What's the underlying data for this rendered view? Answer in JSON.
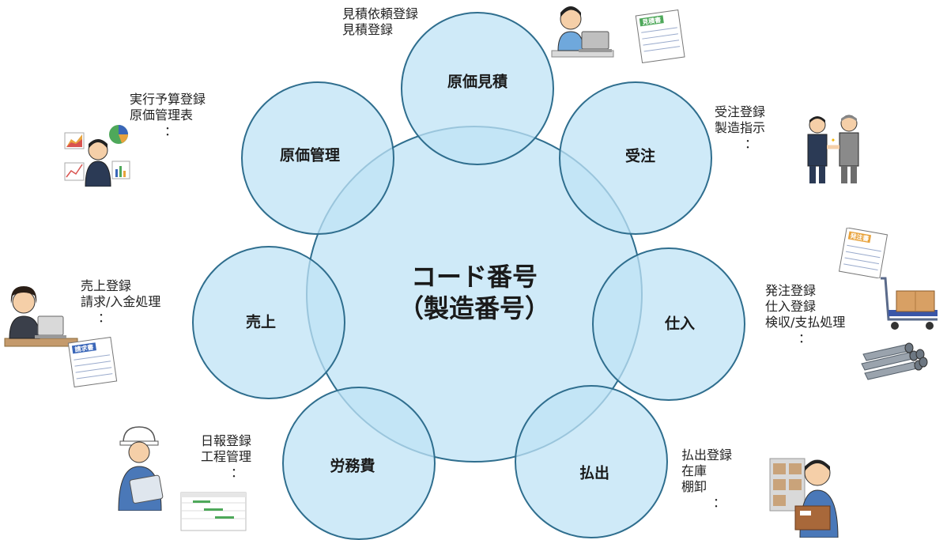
{
  "center": {
    "line1": "コード番号",
    "line2": "（製造番号）"
  },
  "nodes": {
    "estimate": "原価見積",
    "order": "受注",
    "purchase": "仕入",
    "dispatch": "払出",
    "labor": "労務費",
    "sales": "売上",
    "cost": "原価管理"
  },
  "notes": {
    "estimate": [
      "見積依頼登録",
      "見積登録"
    ],
    "order": [
      "受注登録",
      "製造指示",
      "："
    ],
    "purchase": [
      "発注登録",
      "仕入登録",
      "検収/支払処理",
      "："
    ],
    "dispatch": [
      "払出登録",
      "在庫",
      "棚卸",
      "："
    ],
    "labor": [
      "日報登録",
      "工程管理",
      "："
    ],
    "sales": [
      "売上登録",
      "請求/入金処理",
      "："
    ],
    "cost": [
      "実行予算登録",
      "原価管理表",
      "："
    ]
  },
  "illustration_text": {
    "estimate_doc": "見積書",
    "order_doc": "発注書",
    "invoice_doc": "請求書"
  },
  "colors": {
    "circle_fill": "#bfe3f5",
    "circle_stroke": "#2f6e8e",
    "text": "#1a1a1a"
  }
}
